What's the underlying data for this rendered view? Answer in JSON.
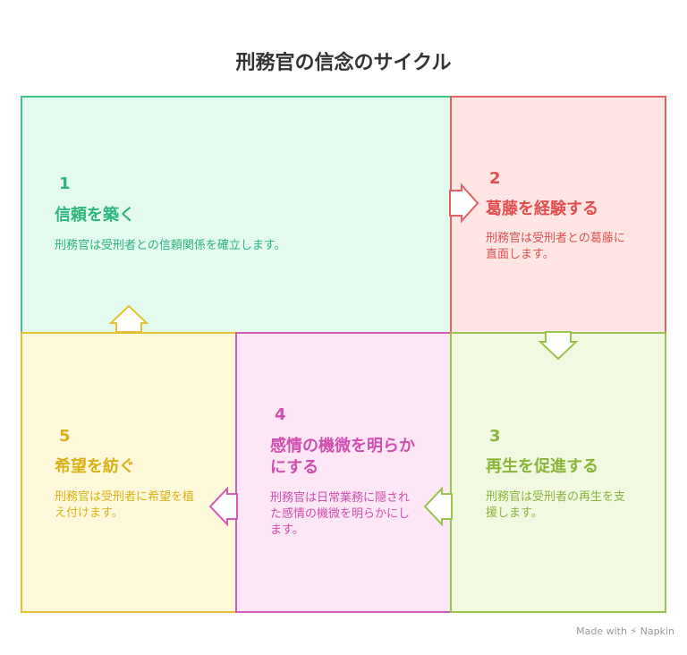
{
  "title": "刑務官の信念のサイクル",
  "steps": [
    {
      "number": "1",
      "heading": "信頼を築く",
      "description": "刑務官は受刑者との信頼関係を確立します。",
      "color": "#2fb57a"
    },
    {
      "number": "2",
      "heading": "葛藤を経験する",
      "description": "刑務官は受刑者との葛藤に直面します。",
      "color": "#e05050"
    },
    {
      "number": "3",
      "heading": "再生を促進する",
      "description": "刑務官は受刑者の再生を支援します。",
      "color": "#8ab53a"
    },
    {
      "number": "4",
      "heading": "感情の機微を明らかにする",
      "description": "刑務官は日常業務に隠された感情の機微を明らかにします。",
      "color": "#d04fb0"
    },
    {
      "number": "5",
      "heading": "希望を紡ぐ",
      "description": "刑務官は受刑者に希望を植え付けます。",
      "color": "#d9b21a"
    }
  ],
  "footer": "Made with ⚡ Napkin"
}
